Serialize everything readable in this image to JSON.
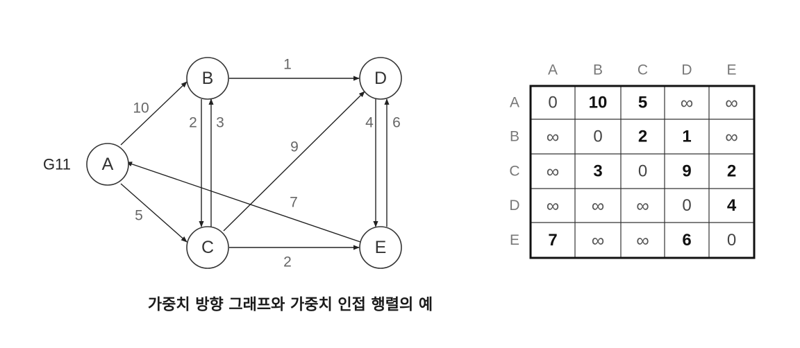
{
  "graph": {
    "name": "G11",
    "nodes": [
      {
        "id": "A",
        "label": "A"
      },
      {
        "id": "B",
        "label": "B"
      },
      {
        "id": "C",
        "label": "C"
      },
      {
        "id": "D",
        "label": "D"
      },
      {
        "id": "E",
        "label": "E"
      }
    ],
    "edges": [
      {
        "from": "A",
        "to": "B",
        "weight": "10"
      },
      {
        "from": "A",
        "to": "C",
        "weight": "5"
      },
      {
        "from": "B",
        "to": "D",
        "weight": "1"
      },
      {
        "from": "B",
        "to": "C",
        "weight": "2"
      },
      {
        "from": "C",
        "to": "B",
        "weight": "3"
      },
      {
        "from": "C",
        "to": "D",
        "weight": "9"
      },
      {
        "from": "C",
        "to": "E",
        "weight": "2"
      },
      {
        "from": "D",
        "to": "E",
        "weight": "4"
      },
      {
        "from": "E",
        "to": "D",
        "weight": "6"
      },
      {
        "from": "E",
        "to": "A",
        "weight": "7"
      }
    ]
  },
  "matrix": {
    "col_headers": [
      "A",
      "B",
      "C",
      "D",
      "E"
    ],
    "row_headers": [
      "A",
      "B",
      "C",
      "D",
      "E"
    ],
    "cells": [
      [
        "0",
        "10",
        "5",
        "∞",
        "∞"
      ],
      [
        "∞",
        "0",
        "2",
        "1",
        "∞"
      ],
      [
        "∞",
        "3",
        "0",
        "9",
        "2"
      ],
      [
        "∞",
        "∞",
        "∞",
        "0",
        "4"
      ],
      [
        "7",
        "∞",
        "∞",
        "6",
        "0"
      ]
    ]
  },
  "caption": "가중치 방향 그래프와 가중치 인접 행렬의 예"
}
